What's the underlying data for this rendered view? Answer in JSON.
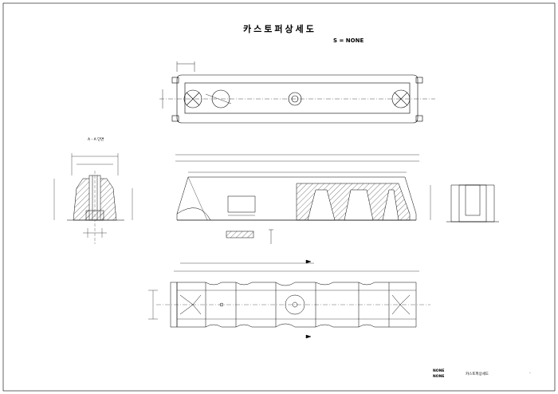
{
  "title": "카스토퍼상세도",
  "scale": "S = NONE",
  "section_title": "A - A 단면",
  "titleblock": {
    "row1_left": "NONE",
    "row2_left": "NONE",
    "drawing_name": "카스토퍼상세도",
    "sheet_no": "-"
  },
  "colors": {
    "line": "#000000",
    "dim": "#555555"
  }
}
